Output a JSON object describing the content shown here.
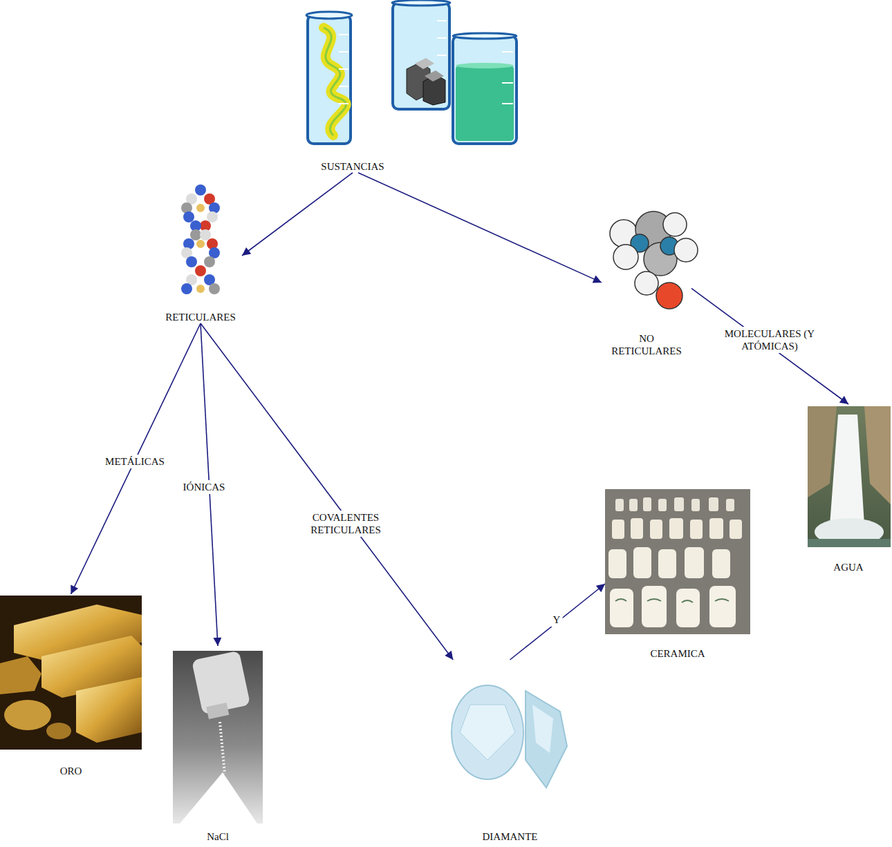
{
  "diagram": {
    "nodes": [
      {
        "text": [
          "SUSTANCIAS"
        ]
      },
      {
        "text": [
          "RETICULARES"
        ]
      },
      {
        "text": [
          "NO RETICULARES"
        ]
      },
      {
        "text": [
          "ORO"
        ]
      },
      {
        "text": [
          "NaCl"
        ]
      },
      {
        "text": [
          "DIAMANTE"
        ]
      },
      {
        "text": [
          "CERAMICA"
        ]
      },
      {
        "text": [
          "AGUA"
        ]
      }
    ],
    "edges": [
      {
        "from": 0,
        "to": 1,
        "arrow": "to"
      },
      {
        "from": 0,
        "to": 2,
        "arrow": "to"
      },
      {
        "from": 1,
        "to": 3,
        "label": "METÁLICAS",
        "arrow": "to"
      },
      {
        "from": 1,
        "to": 4,
        "label": "IÓNICAS",
        "arrow": "to"
      },
      {
        "from": 1,
        "to": 5,
        "label": "COVALENTES RETICULARES",
        "arrow": "to"
      },
      {
        "from": 5,
        "to": 6,
        "label": "Y",
        "arrow": "to"
      },
      {
        "from": 2,
        "to": 7,
        "label": "MOLECULARES (Y ATÓMICAS)",
        "arrow": "to"
      }
    ]
  }
}
